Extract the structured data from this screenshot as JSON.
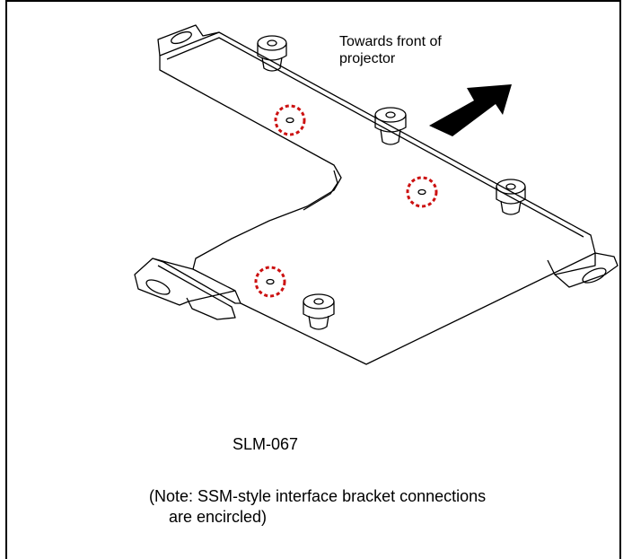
{
  "annotation": {
    "front_line1": "Towards front of",
    "front_line2": "projector"
  },
  "model": "SLM-067",
  "note": {
    "line1": "(Note: SSM-style interface bracket connections",
    "line2": "are encircled)"
  },
  "colors": {
    "line": "#000000",
    "highlight_circle": "#cc1111",
    "arrow": "#000000"
  }
}
